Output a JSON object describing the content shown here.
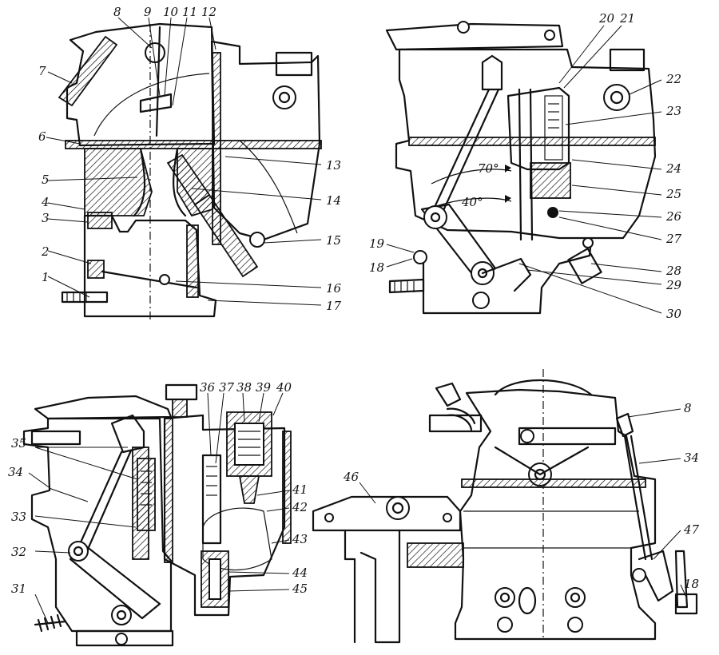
{
  "diagram": {
    "views": [
      {
        "id": "view-top-left",
        "callouts": [
          "1",
          "2",
          "3",
          "4",
          "5",
          "6",
          "7",
          "8",
          "9",
          "10",
          "11",
          "12",
          "13",
          "14",
          "15",
          "16",
          "17"
        ]
      },
      {
        "id": "view-top-right",
        "callouts": [
          "18",
          "19",
          "20",
          "21",
          "22",
          "23",
          "24",
          "25",
          "26",
          "27",
          "28",
          "29",
          "30"
        ],
        "angle_labels": [
          "70°",
          "40°"
        ]
      },
      {
        "id": "view-bottom-left",
        "callouts": [
          "31",
          "32",
          "33",
          "34",
          "35",
          "36",
          "37",
          "38",
          "39",
          "40",
          "41",
          "42",
          "43",
          "44",
          "45"
        ]
      },
      {
        "id": "view-bottom-right",
        "callouts": [
          "8",
          "18",
          "34",
          "46",
          "47"
        ]
      }
    ]
  }
}
